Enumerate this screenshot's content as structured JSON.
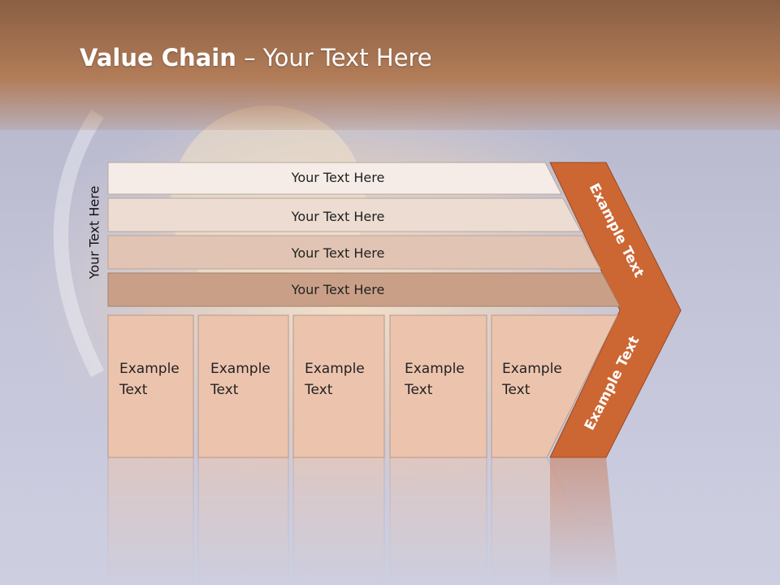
{
  "title": {
    "bold": "Value Chain",
    "rest": " – Your Text Here"
  },
  "side_label": "Your Text Here",
  "support_activities": [
    "Your Text Here",
    "Your Text Here",
    "Your Text Here",
    "Your Text Here"
  ],
  "primary_activities": [
    [
      "Example",
      "Text"
    ],
    [
      "Example",
      "Text"
    ],
    [
      "Example",
      "Text"
    ],
    [
      "Example",
      "Text"
    ],
    [
      "Example",
      "Text"
    ]
  ],
  "margin_labels": {
    "upper": "Example Text",
    "lower": "Example Text"
  },
  "colors": {
    "header_band": "#a97552",
    "margin_arrow": "#cc6633",
    "bar_1": "#f5ece8",
    "bar_2": "#ecdcd2",
    "bar_3": "#e1c4b3",
    "bar_4": "#c9a087",
    "primary_box": "#ecc4ae"
  }
}
